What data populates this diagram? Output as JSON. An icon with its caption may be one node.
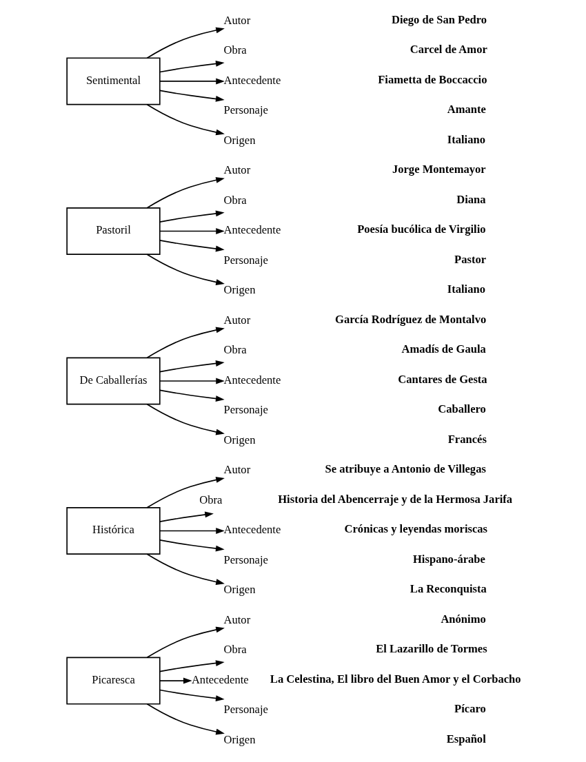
{
  "diagram": {
    "nodes": [
      {
        "text": [
          "Sentimental"
        ]
      },
      {
        "text": [
          "Origen"
        ],
        "beside": [
          "Italiano"
        ]
      },
      {
        "text": [
          "Personaje"
        ],
        "beside": [
          "Amante"
        ]
      },
      {
        "text": [
          "Antecedente"
        ],
        "beside": [
          "Fiametta de Boccaccio"
        ]
      },
      {
        "text": [
          "Obra"
        ],
        "beside": [
          "Carcel de Amor"
        ]
      },
      {
        "text": [
          "Autor"
        ],
        "beside": [
          "Diego de San Pedro"
        ]
      },
      {
        "text": [
          "Pastoril"
        ]
      },
      {
        "text": [
          "Origen"
        ],
        "beside": [
          "Italiano"
        ]
      },
      {
        "text": [
          "Personaje"
        ],
        "beside": [
          "Pastor"
        ]
      },
      {
        "text": [
          "Antecedente"
        ],
        "beside": [
          "Poesía bucólica de Virgilio"
        ]
      },
      {
        "text": [
          "Obra"
        ],
        "beside": [
          "Diana"
        ]
      },
      {
        "text": [
          "Autor"
        ],
        "beside": [
          "Jorge Montemayor"
        ]
      },
      {
        "text": [
          "De Caballerías"
        ]
      },
      {
        "text": [
          "Origen"
        ],
        "beside": [
          "Francés"
        ]
      },
      {
        "text": [
          "Personaje"
        ],
        "beside": [
          "Caballero"
        ]
      },
      {
        "text": [
          "Antecedente"
        ],
        "beside": [
          "Cantares de Gesta"
        ]
      },
      {
        "text": [
          "Obra"
        ],
        "beside": [
          "Amadís de Gaula"
        ]
      },
      {
        "text": [
          "Autor"
        ],
        "beside": [
          "García Rodríguez de Montalvo"
        ]
      },
      {
        "text": [
          "Histórica"
        ]
      },
      {
        "text": [
          "Origen"
        ],
        "beside": [
          "La Reconquista"
        ]
      },
      {
        "text": [
          "Personaje"
        ],
        "beside": [
          "Hispano-árabe"
        ]
      },
      {
        "text": [
          "Antecedente"
        ],
        "beside": [
          "Crónicas y leyendas moriscas"
        ]
      },
      {
        "text": [
          "Obra"
        ],
        "beside": [
          "Historia del Abencerraje y de la Hermosa Jarifa"
        ]
      },
      {
        "text": [
          "Autor"
        ],
        "beside": [
          "Se atribuye a Antonio de Villegas"
        ]
      },
      {
        "text": [
          "Picaresca"
        ]
      },
      {
        "text": [
          "Origen"
        ],
        "beside": [
          "Español"
        ]
      },
      {
        "text": [
          "Personaje"
        ],
        "beside": [
          "Pícaro"
        ]
      },
      {
        "text": [
          "Antecedente"
        ],
        "beside": [
          "La Celestina, El libro del Buen Amor y el Corbacho"
        ]
      },
      {
        "text": [
          "Obra"
        ],
        "beside": [
          "El Lazarillo de Tormes"
        ]
      },
      {
        "text": [
          "Autor"
        ],
        "beside": [
          "Anónimo"
        ]
      }
    ],
    "edges": [
      {
        "from": 0,
        "to": 1,
        "arrow": "to"
      },
      {
        "from": 0,
        "to": 2,
        "arrow": "to"
      },
      {
        "from": 0,
        "to": 3,
        "arrow": "to"
      },
      {
        "from": 0,
        "to": 4,
        "arrow": "to"
      },
      {
        "from": 0,
        "to": 5,
        "arrow": "to"
      },
      {
        "from": 6,
        "to": 7,
        "arrow": "to"
      },
      {
        "from": 6,
        "to": 8,
        "arrow": "to"
      },
      {
        "from": 6,
        "to": 9,
        "arrow": "to"
      },
      {
        "from": 6,
        "to": 10,
        "arrow": "to"
      },
      {
        "from": 6,
        "to": 11,
        "arrow": "to"
      },
      {
        "from": 12,
        "to": 13,
        "arrow": "to"
      },
      {
        "from": 12,
        "to": 14,
        "arrow": "to"
      },
      {
        "from": 12,
        "to": 15,
        "arrow": "to"
      },
      {
        "from": 12,
        "to": 16,
        "arrow": "to"
      },
      {
        "from": 12,
        "to": 17,
        "arrow": "to"
      },
      {
        "from": 18,
        "to": 19,
        "arrow": "to"
      },
      {
        "from": 18,
        "to": 20,
        "arrow": "to"
      },
      {
        "from": 18,
        "to": 21,
        "arrow": "to"
      },
      {
        "from": 18,
        "to": 22,
        "arrow": "to"
      },
      {
        "from": 18,
        "to": 23,
        "arrow": "to"
      },
      {
        "from": 24,
        "to": 25,
        "arrow": "to"
      },
      {
        "from": 24,
        "to": 26,
        "arrow": "to"
      },
      {
        "from": 24,
        "to": 27,
        "arrow": "to"
      },
      {
        "from": 24,
        "to": 28,
        "arrow": "to"
      },
      {
        "from": 24,
        "to": 29,
        "arrow": "to"
      }
    ]
  }
}
